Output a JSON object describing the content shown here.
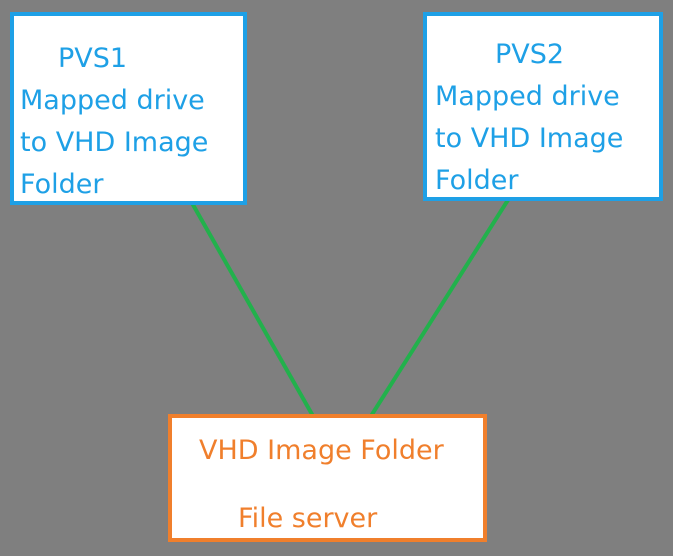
{
  "nodes": {
    "pvs1": {
      "name": "PVS1",
      "lines": [
        "Mapped drive",
        "to VHD Image",
        "Folder"
      ]
    },
    "pvs2": {
      "name": "PVS2",
      "lines": [
        "Mapped drive",
        "to VHD Image",
        "Folder"
      ]
    },
    "fileserver": {
      "folder": "VHD Image Folder",
      "label": "File server"
    }
  },
  "colors": {
    "background": "#7f7f7f",
    "client_border": "#1ea0e6",
    "server_border": "#f07f2c",
    "connector": "#22b14c"
  }
}
